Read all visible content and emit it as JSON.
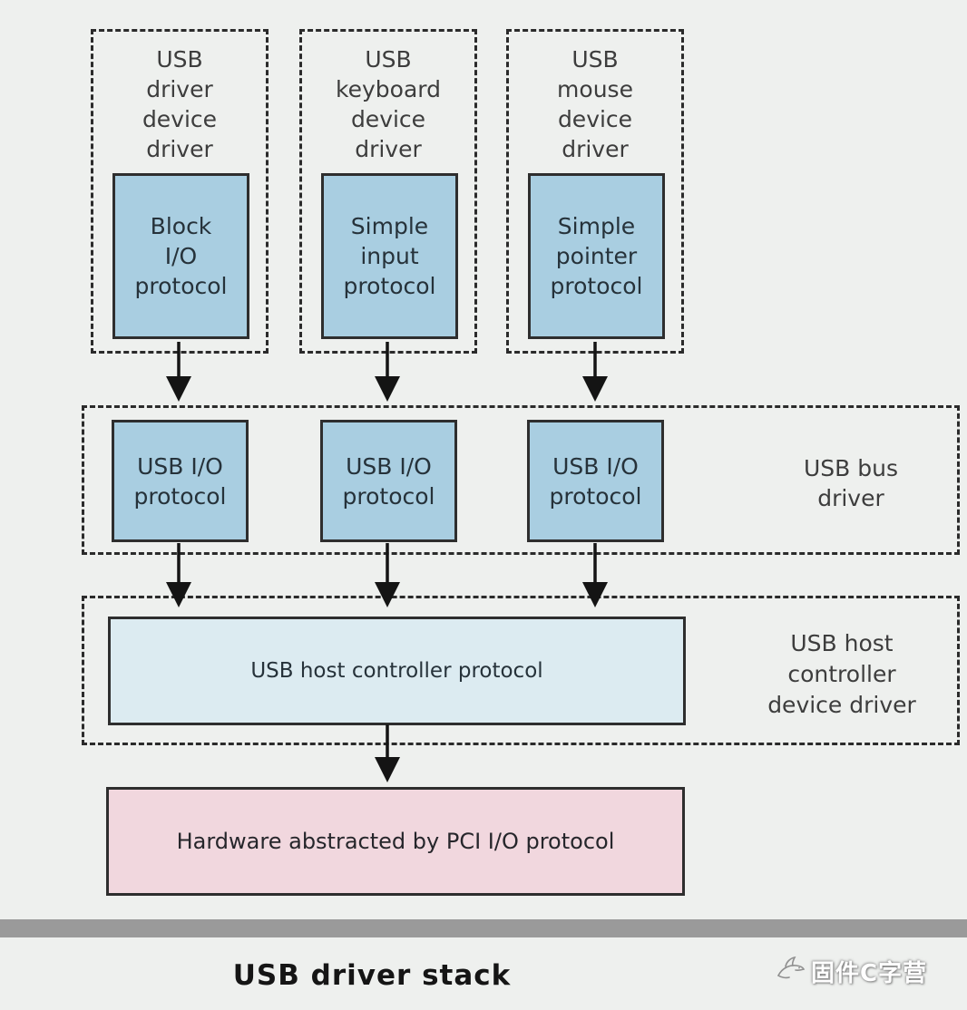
{
  "title": "USB driver stack",
  "watermark": {
    "text": "固件C字营",
    "icon": "dove-icon"
  },
  "colors": {
    "background": "#eef0ee",
    "protocol_box_blue": "#a9cee1",
    "host_box_lightblue": "#dcebf1",
    "hardware_box_pink": "#f1d7de",
    "dashed_border": "#2b2b2b",
    "divider_gray": "#9a9a9a"
  },
  "diagram": {
    "columns": [
      {
        "driver": "USB\ndriver\ndevice\ndriver",
        "protocol": "Block\nI/O\nprotocol"
      },
      {
        "driver": "USB\nkeyboard\ndevice\ndriver",
        "protocol": "Simple\ninput\nprotocol"
      },
      {
        "driver": "USB\nmouse\ndevice\ndriver",
        "protocol": "Simple\npointer\nprotocol"
      }
    ],
    "bus_layer": {
      "boxes": [
        "USB I/O\nprotocol",
        "USB I/O\nprotocol",
        "USB I/O\nprotocol"
      ],
      "label": "USB bus\ndriver"
    },
    "host_layer": {
      "box": "USB host controller protocol",
      "label": "USB host\ncontroller\ndevice driver"
    },
    "hardware_box": "Hardware abstracted by PCI I/O protocol"
  }
}
